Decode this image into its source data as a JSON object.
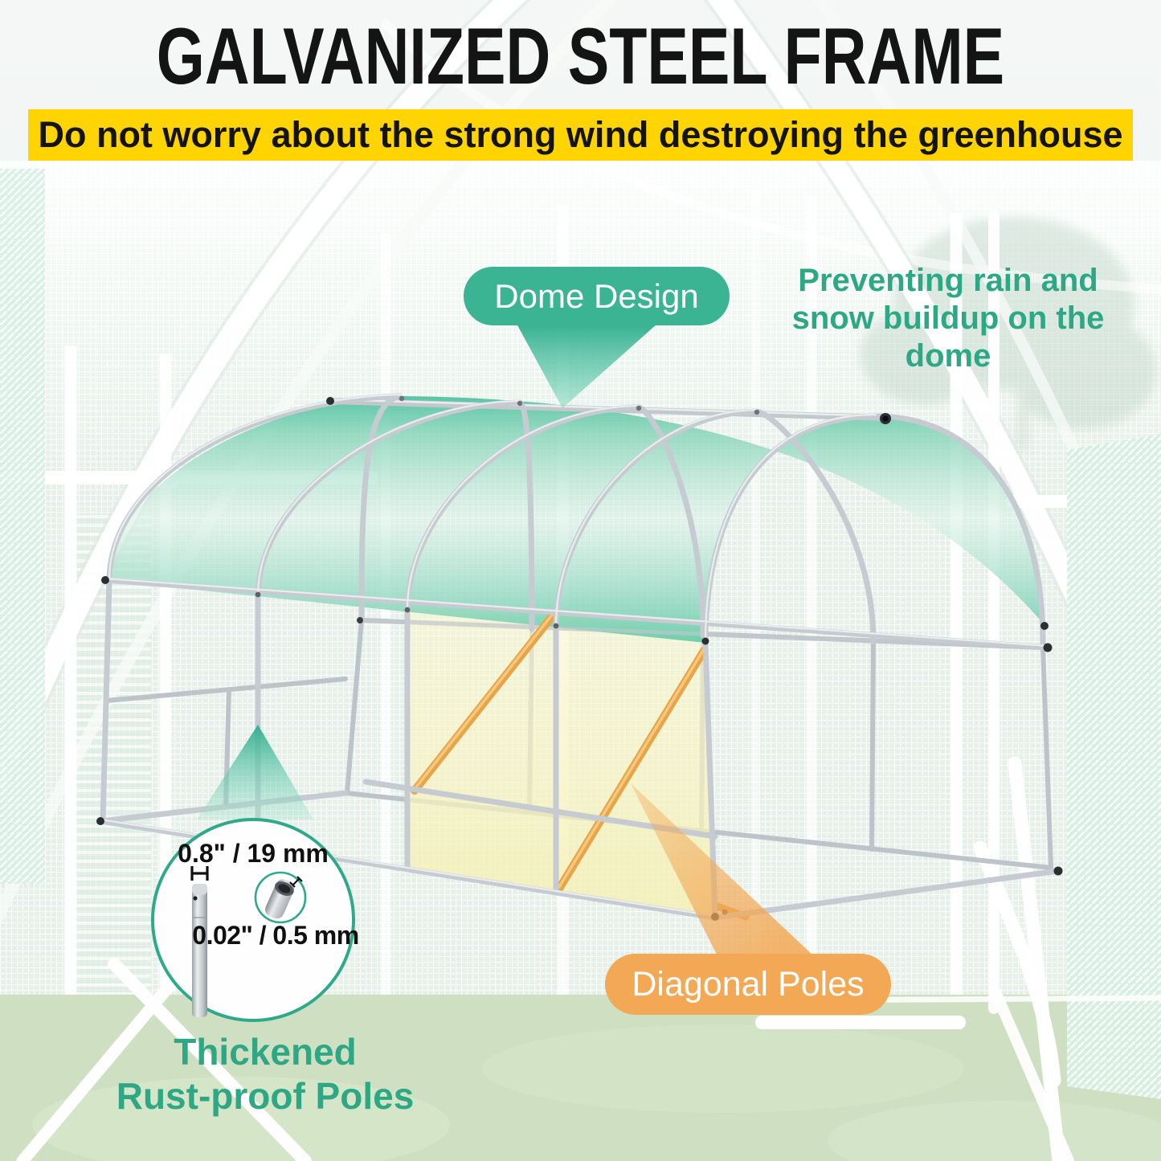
{
  "header": {
    "title": "GALVANIZED STEEL FRAME",
    "banner": {
      "text": "Do not worry about the strong wind destroying the greenhouse",
      "bg": "#FFD400",
      "text_color": "#141414"
    }
  },
  "callouts": {
    "dome": {
      "label": "Dome Design",
      "bg": "#3BB493",
      "text_color": "#FFFFFF"
    },
    "rain": {
      "line1": "Preventing rain and",
      "line2": "snow buildup on the dome",
      "color": "#2EA884"
    },
    "diagonal": {
      "label": "Diagonal Poles",
      "bg": "#F2A855",
      "text_color": "#FFFFFF"
    },
    "poles": {
      "line1": "Thickened",
      "line2": "Rust-proof Poles",
      "color": "#2EA884"
    }
  },
  "inset": {
    "outer_diameter": "0.8\" / 19 mm",
    "wall_thickness": "0.02\" / 0.5 mm",
    "border_color": "#2FA98A"
  },
  "illustration": {
    "canopy_color": "#5FC7A6",
    "steel_color": "#C5CBD0",
    "diagonal_pole_color": "#E7A449",
    "light_panel_color": "#F7F3C6",
    "grass_color": "#CFE0C2"
  }
}
